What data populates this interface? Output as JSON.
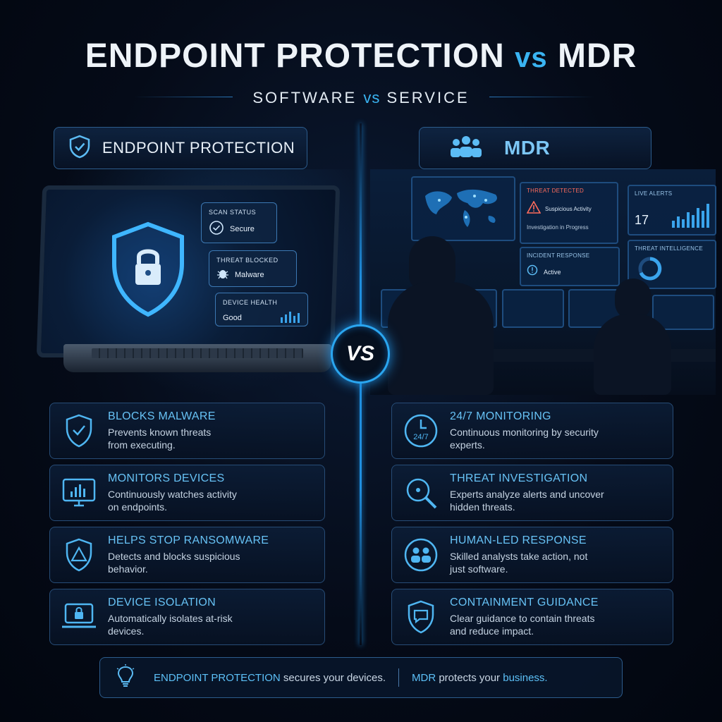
{
  "title": {
    "main": "ENDPOINT PROTECTION",
    "vs": "vs",
    "right": "MDR"
  },
  "subtitle": {
    "left": "SOFTWARE",
    "vs": "vs",
    "right": "SERVICE"
  },
  "vs_badge": "VS",
  "left_header": {
    "label": "ENDPOINT PROTECTION",
    "icon": "shield-check-icon"
  },
  "right_header": {
    "label": "MDR",
    "icon": "team-icon"
  },
  "laptop_cards": {
    "scan": {
      "title": "SCAN STATUS",
      "value": "Secure"
    },
    "threat": {
      "title": "THREAT BLOCKED",
      "value": "Malware"
    },
    "health": {
      "title": "DEVICE HEALTH",
      "value": "Good"
    }
  },
  "soc_monitors": {
    "threat_detected": {
      "title": "THREAT DETECTED",
      "line1": "Suspicious Activity",
      "line2": "Investigation in Progress"
    },
    "live_alerts": {
      "title": "LIVE ALERTS",
      "value": "17"
    },
    "incident_response": {
      "title": "INCIDENT RESPONSE",
      "value": "Active"
    },
    "threat_intel": {
      "title": "THREAT INTELLIGENCE"
    }
  },
  "left_cards": [
    {
      "title": "BLOCKS MALWARE",
      "desc": "Prevents known threats\nfrom executing.",
      "icon": "shield-check-icon"
    },
    {
      "title": "MONITORS DEVICES",
      "desc": "Continuously watches activity\non endpoints.",
      "icon": "monitor-chart-icon"
    },
    {
      "title": "HELPS STOP RANSOMWARE",
      "desc": "Detects and blocks suspicious\nbehavior.",
      "icon": "shield-warning-icon"
    },
    {
      "title": "DEVICE ISOLATION",
      "desc": "Automatically isolates at-risk\ndevices.",
      "icon": "laptop-lock-icon"
    }
  ],
  "right_cards": [
    {
      "title": "24/7 MONITORING",
      "desc": "Continuous monitoring by security\nexperts.",
      "icon": "clock-24-7-icon",
      "icon_text": "24/7"
    },
    {
      "title": "THREAT INVESTIGATION",
      "desc": "Experts analyze alerts and uncover\nhidden threats.",
      "icon": "magnifier-icon"
    },
    {
      "title": "HUMAN-LED RESPONSE",
      "desc": "Skilled analysts take action, not\njust software.",
      "icon": "people-icon"
    },
    {
      "title": "CONTAINMENT GUIDANCE",
      "desc": "Clear guidance to contain threats\nand reduce impact.",
      "icon": "shield-chat-icon"
    }
  ],
  "bottom": {
    "icon": "lightbulb-icon",
    "left_highlight": "ENDPOINT PROTECTION",
    "left_rest": "secures your devices.",
    "right_highlight": "MDR",
    "right_mid": "protects your",
    "right_end": "business."
  },
  "colors": {
    "accent": "#3ab4f2",
    "card_title": "#67c2f5",
    "alert_red": "#ff6c5c",
    "background": "#050b18"
  }
}
